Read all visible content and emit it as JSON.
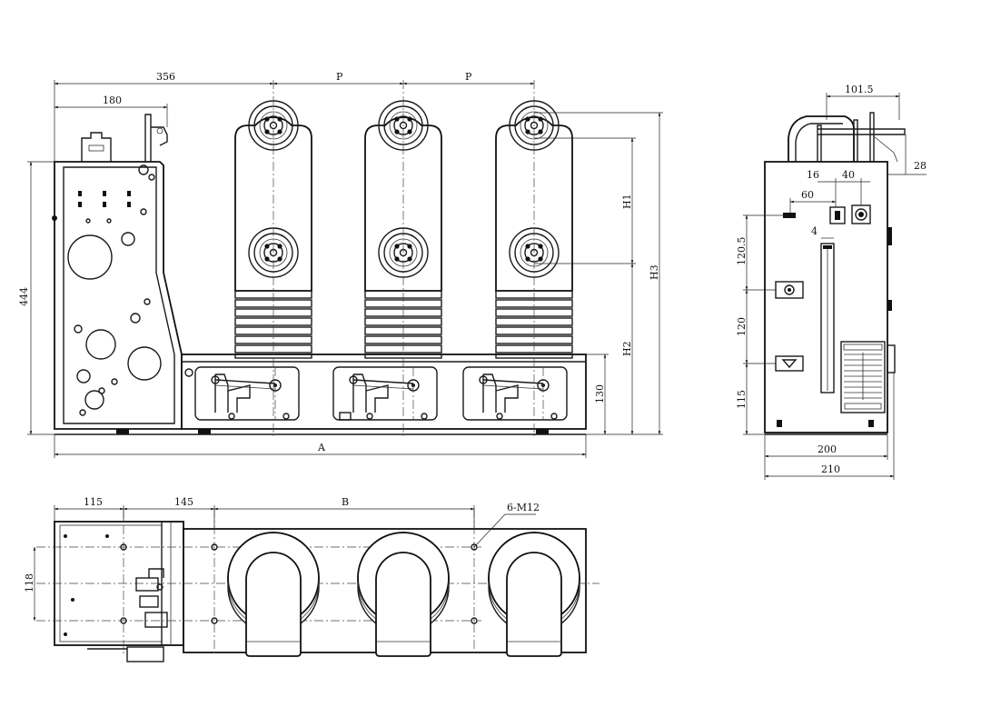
{
  "front_view": {
    "dims": {
      "d356": "356",
      "d180": "180",
      "p1": "P",
      "p2": "P",
      "h1": "H1",
      "h2": "H2",
      "h3": "H3",
      "d444": "444",
      "d130": "130",
      "a": "A"
    }
  },
  "side_view": {
    "dims": {
      "d101_5": "101.5",
      "d28": "28",
      "d16": "16",
      "d40": "40",
      "d60": "60",
      "d4": "4",
      "d120_5": "120.5",
      "d120": "120",
      "d115": "115",
      "d200": "200",
      "d210": "210"
    }
  },
  "top_view": {
    "dims": {
      "d115": "115",
      "d145": "145",
      "b": "B",
      "holes": "6-M12",
      "d118": "118"
    }
  }
}
